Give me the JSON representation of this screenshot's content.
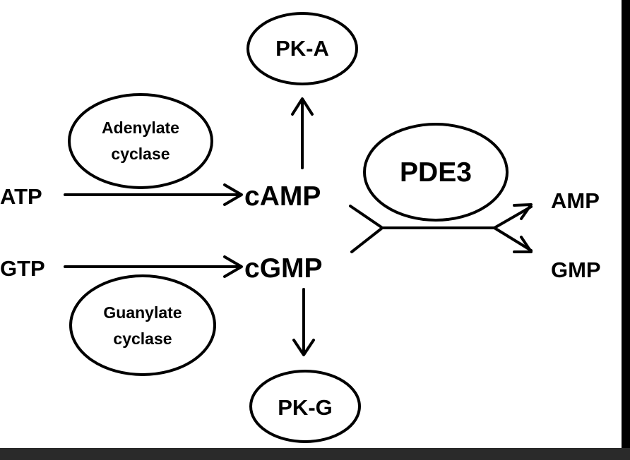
{
  "diagram": {
    "nodes": {
      "pka": "PK-A",
      "pkg": "PK-G",
      "adenylate_line1": "Adenylate",
      "adenylate_line2": "cyclase",
      "guanylate_line1": "Guanylate",
      "guanylate_line2": "cyclase",
      "pde3": "PDE3"
    },
    "labels": {
      "atp": "ATP",
      "gtp": "GTP",
      "camp": "cAMP",
      "cgmp": "cGMP",
      "amp": "AMP",
      "gmp": "GMP"
    }
  }
}
